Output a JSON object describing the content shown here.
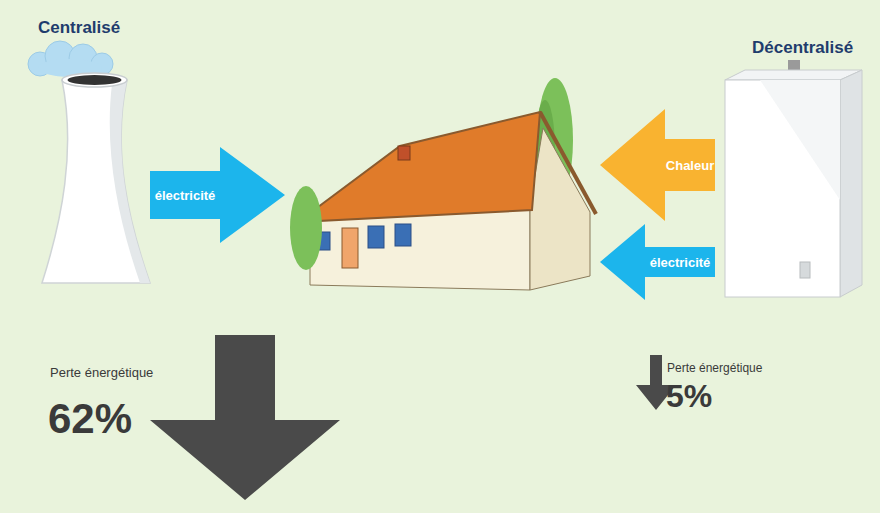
{
  "diagram": {
    "nodes": [
      {
        "text": [
          "Centralisé"
        ]
      },
      {
        "text": []
      },
      {
        "text": [
          "Décentralisé"
        ]
      }
    ],
    "edges": [
      {
        "from": 0,
        "to": 1,
        "label": "électricité",
        "arrow": "to"
      },
      {
        "from": 2,
        "to": 1,
        "label": "Chaleur",
        "arrow": "to"
      },
      {
        "from": 2,
        "to": 1,
        "label": "électricité",
        "arrow": "to"
      }
    ],
    "labels": [
      "Perte énergétique",
      "62%",
      "Perte énergétique",
      "5%"
    ]
  }
}
